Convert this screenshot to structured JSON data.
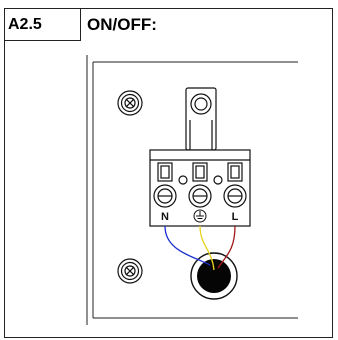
{
  "section": {
    "number": "A2.5",
    "title": "ON/OFF:"
  },
  "drawing": {
    "terminal_labels": [
      "N",
      "L"
    ],
    "ground_symbol": "protective-earth-icon",
    "wire_colors": {
      "neutral": "#1a2fd1",
      "earth": "#e8d21a",
      "live": "#a01818"
    }
  }
}
